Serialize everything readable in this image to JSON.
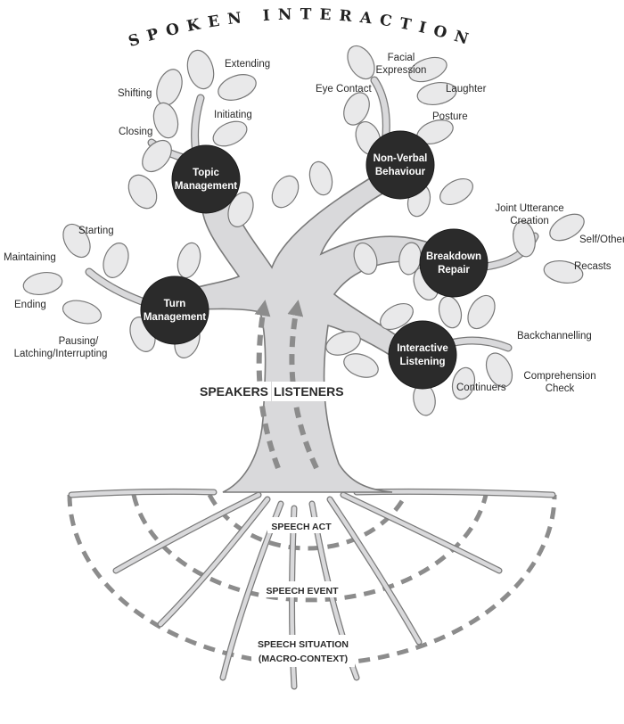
{
  "title": "SPOKEN INTERACTION",
  "nodes": {
    "topic": {
      "line1": "Topic",
      "line2": "Management"
    },
    "nonverbal": {
      "line1": "Non-Verbal",
      "line2": "Behaviour"
    },
    "breakdown": {
      "line1": "Breakdown",
      "line2": "Repair"
    },
    "turn": {
      "line1": "Turn",
      "line2": "Management"
    },
    "listening": {
      "line1": "Interactive",
      "line2": "Listening"
    }
  },
  "leaves": {
    "extending": "Extending",
    "shifting": "Shifting",
    "initiating": "Initiating",
    "closing": "Closing",
    "facial_1": "Facial",
    "facial_2": "Expression",
    "eye_contact": "Eye Contact",
    "laughter": "Laughter",
    "posture": "Posture",
    "joint_1": "Joint Utterance",
    "joint_2": "Creation",
    "self_other": "Self/Other",
    "recasts": "Recasts",
    "starting": "Starting",
    "maintaining": "Maintaining",
    "ending": "Ending",
    "pausing_1": "Pausing/",
    "pausing_2": "Latching/Interrupting",
    "backchannelling": "Backchannelling",
    "comprehension_1": "Comprehension",
    "comprehension_2": "Check",
    "continuers": "Continuers"
  },
  "flows": {
    "speakers": "SPEAKERS",
    "listeners": "LISTENERS"
  },
  "contexts": {
    "act": "SPEECH ACT",
    "event": "SPEECH EVENT",
    "situation_1": "SPEECH SITUATION",
    "situation_2": "(MACRO-CONTEXT)"
  },
  "colors": {
    "node": "#2b2b2b",
    "wood": "#d9d9db",
    "outline": "#7a7a7a",
    "dash": "#8c8c8c"
  }
}
